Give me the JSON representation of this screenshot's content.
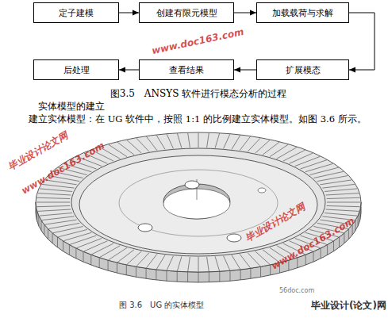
{
  "diagram": {
    "caption": "图3.5　ANSYS 软件进行模态分析的过程",
    "nodes": [
      {
        "text": [
          "定子建模"
        ]
      },
      {
        "text": [
          "创建有限元模型"
        ]
      },
      {
        "text": [
          "加载载荷与求解"
        ]
      },
      {
        "text": [
          "后处理"
        ]
      },
      {
        "text": [
          "查看结果"
        ]
      },
      {
        "text": [
          "扩展模态"
        ]
      }
    ],
    "edges": [
      {
        "from": 0,
        "to": 1,
        "arrow": "to"
      },
      {
        "from": 1,
        "to": 2,
        "arrow": "to"
      },
      {
        "from": 2,
        "to": 5,
        "arrow": "to"
      },
      {
        "from": 5,
        "to": 4,
        "arrow": "to"
      },
      {
        "from": 4,
        "to": 3,
        "arrow": "to"
      }
    ],
    "labels": [
      "实体模型的建立",
      "建立实体模型：在 UG 软件中，按照 1:1 的比例建立实体模型。如图 3.6 所示。",
      "图 3.6　UG 的实体模型",
      "www.doc163.com",
      "毕业设计论文网",
      "www.doc163.com",
      "毕业设计论文网",
      "www.doc163.com",
      "56doc.com",
      "毕业设计(论文)网"
    ]
  }
}
